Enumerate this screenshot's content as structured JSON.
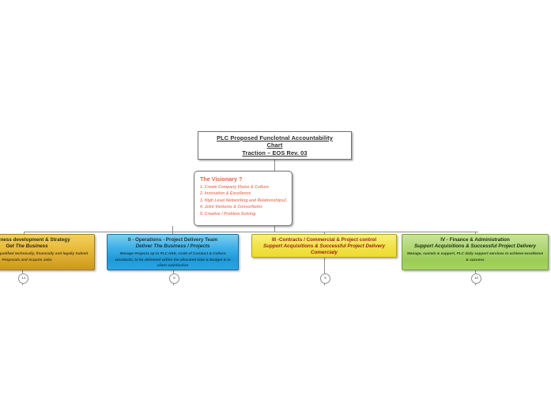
{
  "title_box": {
    "line1": "PLC Proposed Funclotnal Accountability",
    "line2": "Chart",
    "line3": "Traction – EOS Rev. 03"
  },
  "visionary": {
    "title": "The Visionary ?",
    "items": [
      "1. Create Company Vision & Culture",
      "2. Innovation & Excellence",
      "3. High Level Networking and Relationships2.",
      "4. Joint Ventures & Consortiums",
      "5. Creative / Problem Solving"
    ]
  },
  "branches": [
    {
      "title": "I - Business development & Strategy",
      "subtitle": "Get The Business",
      "body": "Qualify PLC to be, qualified technically, financially and legally\nSubmit Proposals and Acquire Jobs",
      "badge": "14",
      "color": "#e8bb3c"
    },
    {
      "title": "II - Operations - Project Delivery Team",
      "subtitle": "Deliver The Business / Projects",
      "body": "Manage Projects ap to PLC HSE, Code of Conduct & Culture standards, to be delivered within the allocated time & Budget & to client satisfaction",
      "badge": "5",
      "color": "#1f9ada"
    },
    {
      "title": "III -Contracts / Commercial & Project control",
      "subtitle": "Support Acquisitions & Successful Project Delivery Comercialy",
      "body": "",
      "badge": "6",
      "color": "#f2e54e"
    },
    {
      "title": "IV - Finance & Administration",
      "subtitle": "Support Acquisitions & Successful Project Delivery",
      "body": "Manage, sustain & support, PLC daily support services to achieve excellence & success",
      "badge": "10",
      "color": "#9ccc56"
    }
  ]
}
